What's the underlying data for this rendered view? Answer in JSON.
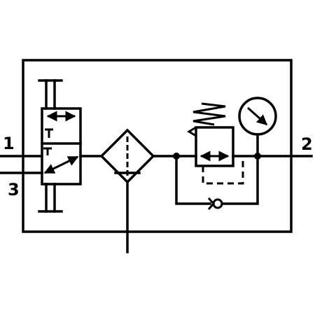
{
  "ports": {
    "inlet": "1",
    "outlet": "2",
    "exhaust": "3"
  },
  "colors": {
    "line": "#000000",
    "background": "#ffffff"
  },
  "components": [
    "shutoff-valve-icon",
    "filter-separator-icon",
    "pressure-regulator-icon",
    "pressure-gauge-icon",
    "check-valve-icon"
  ]
}
